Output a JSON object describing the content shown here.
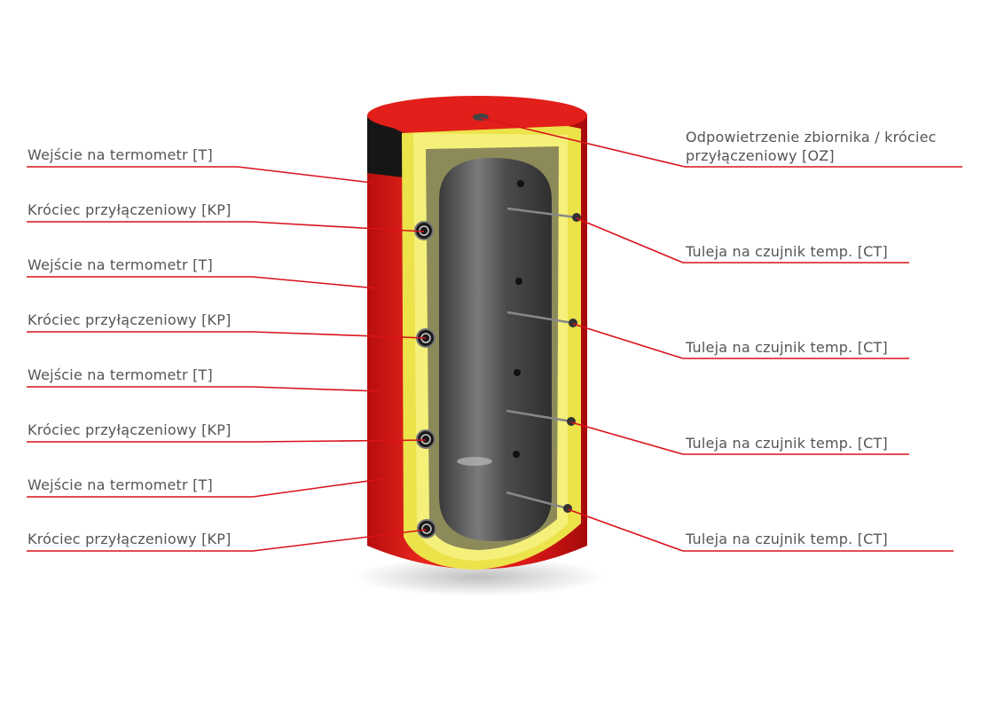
{
  "colors": {
    "leader_line": "#d8121c",
    "label_text": "#555555",
    "tank_red": "#e01a1a",
    "insulation_yellow": "#f2ec5a",
    "inner_steel": "#4a4a4a"
  },
  "left_labels": [
    "Wejście na termometr [T]",
    "Króciec przyłączeniowy [KP]",
    "Wejście na termometr [T]",
    "Króciec przyłączeniowy [KP]",
    "Wejście na termometr [T]",
    "Króciec przyłączeniowy [KP]",
    "Wejście na termometr [T]",
    "Króciec przyłączeniowy [KP]"
  ],
  "right_labels": {
    "oz_line1": "Odpowietrzenie zbiornika / króciec",
    "oz_line2": "przyłączeniowy [OZ]",
    "ct": [
      "Tuleja na czujnik temp. [CT]",
      "Tuleja na czujnik temp. [CT]",
      "Tuleja na czujnik temp. [CT]",
      "Tuleja na czujnik temp. [CT]"
    ]
  }
}
